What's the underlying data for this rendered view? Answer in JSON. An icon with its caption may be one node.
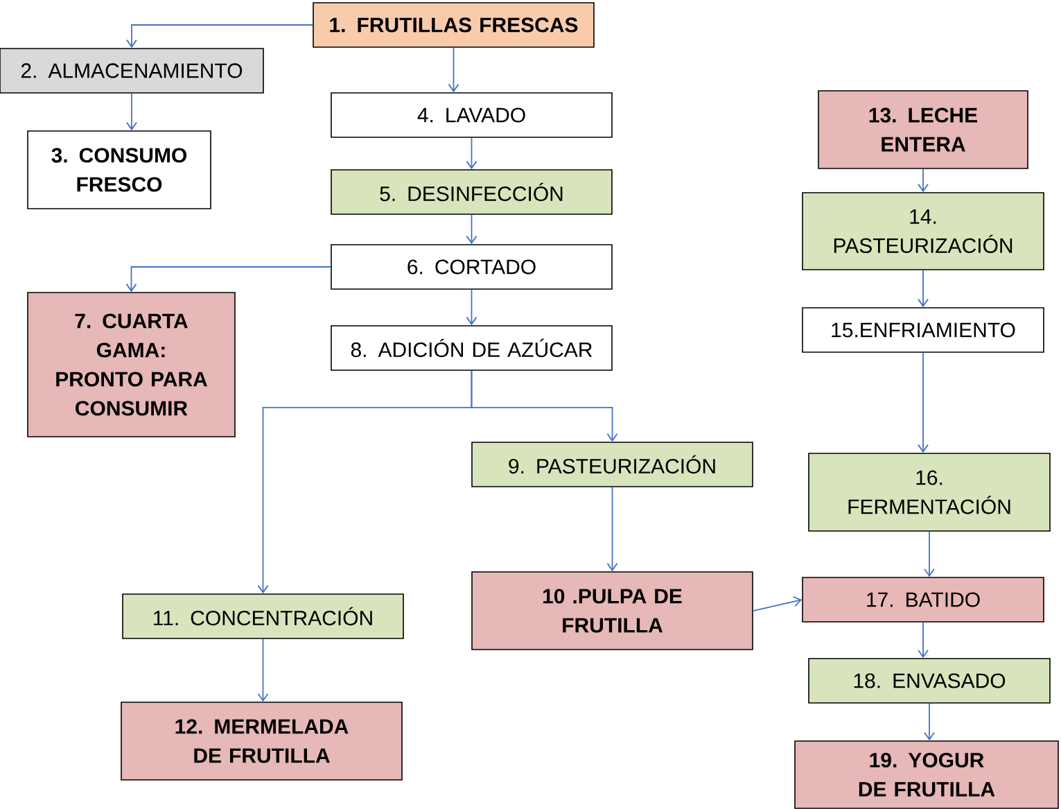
{
  "diagram": {
    "nodes": [
      {
        "text": [
          "1. FRUTILLAS FRESCAS"
        ]
      },
      {
        "text": [
          "2. ALMACENAMIENTO"
        ]
      },
      {
        "text": [
          "3. CONSUMO FRESCO"
        ]
      },
      {
        "text": [
          "4. LAVADO"
        ]
      },
      {
        "text": [
          "5. DESINFECCIÓN"
        ]
      },
      {
        "text": [
          "6. CORTADO"
        ]
      },
      {
        "text": [
          "7. CUARTA GAMA: PRONTO PARA CONSUMIR"
        ]
      },
      {
        "text": [
          "8. ADICIÓN DE AZÚCAR"
        ]
      },
      {
        "text": [
          "9. PASTEURIZACIÓN"
        ]
      },
      {
        "text": [
          "10 .PULPA DE FRUTILLA"
        ]
      },
      {
        "text": [
          "11. CONCENTRACIÓN"
        ]
      },
      {
        "text": [
          "12. MERMELADA DE FRUTILLA"
        ]
      },
      {
        "text": [
          "13. LECHE ENTERA"
        ]
      },
      {
        "text": [
          "14. PASTEURIZACIÓN"
        ]
      },
      {
        "text": [
          "15.ENFRIAMIENTO"
        ]
      },
      {
        "text": [
          "16. FERMENTACIÓN"
        ]
      },
      {
        "text": [
          "17. BATIDO"
        ]
      },
      {
        "text": [
          "18. ENVASADO"
        ]
      },
      {
        "text": [
          "19. YOGUR DE FRUTILLA"
        ]
      }
    ],
    "edges": [
      {
        "from": 0,
        "to": 1,
        "arrow": "to"
      },
      {
        "from": 1,
        "to": 2,
        "arrow": "to"
      },
      {
        "from": 0,
        "to": 3,
        "arrow": "to"
      },
      {
        "from": 3,
        "to": 4,
        "arrow": "to"
      },
      {
        "from": 4,
        "to": 5,
        "arrow": "to"
      },
      {
        "from": 5,
        "to": 6,
        "arrow": "to"
      },
      {
        "from": 5,
        "to": 7,
        "arrow": "to"
      },
      {
        "from": 7,
        "to": 10,
        "arrow": "to"
      },
      {
        "from": 7,
        "to": 8,
        "arrow": "to"
      },
      {
        "from": 8,
        "to": 9,
        "arrow": "to"
      },
      {
        "from": 10,
        "to": 11,
        "arrow": "to"
      },
      {
        "from": 9,
        "to": 16,
        "arrow": "to"
      },
      {
        "from": 12,
        "to": 13,
        "arrow": "to"
      },
      {
        "from": 13,
        "to": 14,
        "arrow": "to"
      },
      {
        "from": 14,
        "to": 15,
        "arrow": "to"
      },
      {
        "from": 15,
        "to": 16,
        "arrow": "to"
      },
      {
        "from": 16,
        "to": 17,
        "arrow": "to"
      },
      {
        "from": 17,
        "to": 18,
        "arrow": "to"
      }
    ]
  }
}
